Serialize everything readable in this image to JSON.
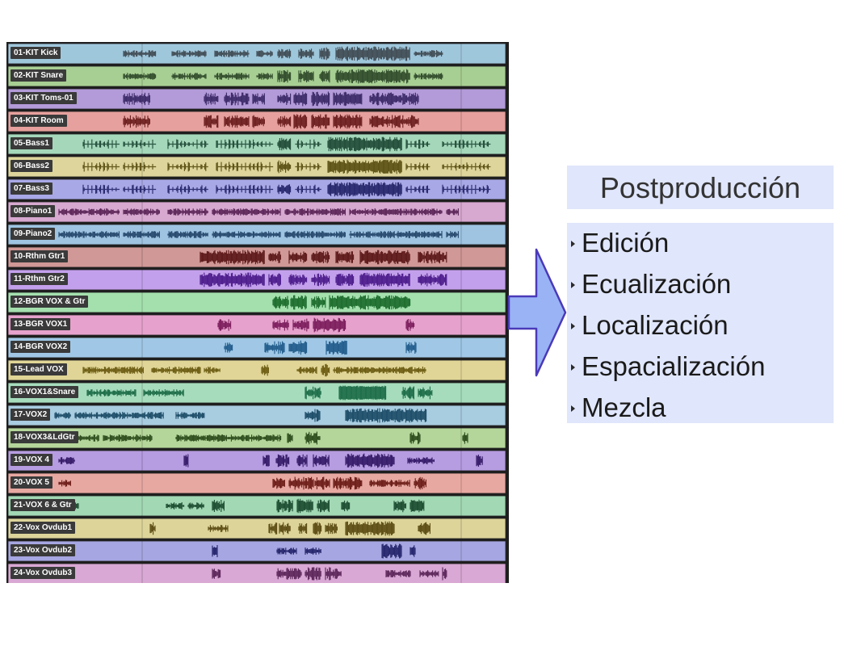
{
  "tracks": [
    {
      "name": "01-KIT Kick",
      "color": "#9fc7dc",
      "wave": "#3f4a52",
      "pattern": "kick"
    },
    {
      "name": "02-KIT Snare",
      "color": "#a8cf93",
      "wave": "#2f4a2a",
      "pattern": "kick"
    },
    {
      "name": "03-KIT Toms-01",
      "color": "#b39ad8",
      "wave": "#3a2866",
      "pattern": "toms"
    },
    {
      "name": "04-KIT Room",
      "color": "#e6a09d",
      "wave": "#6a1c1c",
      "pattern": "toms"
    },
    {
      "name": "05-Bass1",
      "color": "#a5d8bb",
      "wave": "#1f4a36",
      "pattern": "bass"
    },
    {
      "name": "06-Bass2",
      "color": "#ddd59b",
      "wave": "#5a4e12",
      "pattern": "bass"
    },
    {
      "name": "07-Bass3",
      "color": "#a8a8e6",
      "wave": "#24246a",
      "pattern": "bass"
    },
    {
      "name": "08-Piano1",
      "color": "#d7a8d0",
      "wave": "#5a2456",
      "pattern": "piano"
    },
    {
      "name": "09-Piano2",
      "color": "#9ec4e2",
      "wave": "#23466a",
      "pattern": "piano"
    },
    {
      "name": "10-Rthm Gtr1",
      "color": "#d09896",
      "wave": "#5a1616",
      "pattern": "gtr"
    },
    {
      "name": "11-Rthm Gtr2",
      "color": "#c3a0ec",
      "wave": "#4a1a8a",
      "pattern": "gtr"
    },
    {
      "name": "12-BGR VOX & Gtr",
      "color": "#a4e0ae",
      "wave": "#1a6a2a",
      "pattern": "bgr12"
    },
    {
      "name": "13-BGR VOX1",
      "color": "#e6a2cc",
      "wave": "#7a1a5a",
      "pattern": "bgr13"
    },
    {
      "name": "14-BGR VOX2",
      "color": "#a0c8e6",
      "wave": "#1f5a8a",
      "pattern": "bgr14"
    },
    {
      "name": "15-Lead VOX",
      "color": "#e0d596",
      "wave": "#6a5a10",
      "pattern": "lead"
    },
    {
      "name": "16-VOX1&Snare",
      "color": "#a6dcbc",
      "wave": "#1a6a46",
      "pattern": "vox16"
    },
    {
      "name": "17-VOX2",
      "color": "#a8cce0",
      "wave": "#1a4a66",
      "pattern": "vox17"
    },
    {
      "name": "18-VOX3&LdGtr",
      "color": "#b5d69a",
      "wave": "#2a4a1a",
      "pattern": "vox18"
    },
    {
      "name": "19-VOX 4",
      "color": "#b69ce0",
      "wave": "#321866",
      "pattern": "vox19"
    },
    {
      "name": "20-VOX 5",
      "color": "#e8a8a2",
      "wave": "#6a1a14",
      "pattern": "vox20"
    },
    {
      "name": "21-VOX 6 & Gtr",
      "color": "#a2d8b4",
      "wave": "#1a4a2e",
      "pattern": "vox21"
    },
    {
      "name": "22-Vox Ovdub1",
      "color": "#ddd49a",
      "wave": "#5a4a12",
      "pattern": "ovd1"
    },
    {
      "name": "23-Vox Ovdub2",
      "color": "#a6a6e2",
      "wave": "#22226a",
      "pattern": "ovd2"
    },
    {
      "name": "24-Vox Ovdub3",
      "color": "#d9a8d4",
      "wave": "#5a2458",
      "pattern": "ovd3"
    }
  ],
  "arrow": {
    "color": "#99b3f5",
    "stroke": "#4a3ab8"
  },
  "panel": {
    "title": "Postproducción",
    "items": [
      {
        "label": "Edición",
        "icon": "triangle-bullet-icon"
      },
      {
        "label": "Ecualización",
        "icon": "triangle-bullet-icon"
      },
      {
        "label": "Localización",
        "icon": "triangle-bullet-icon"
      },
      {
        "label": "Espacialización",
        "icon": "triangle-bullet-icon"
      },
      {
        "label": "Mezcla",
        "icon": "triangle-bullet-icon"
      }
    ],
    "background": "#e0e6fb"
  }
}
